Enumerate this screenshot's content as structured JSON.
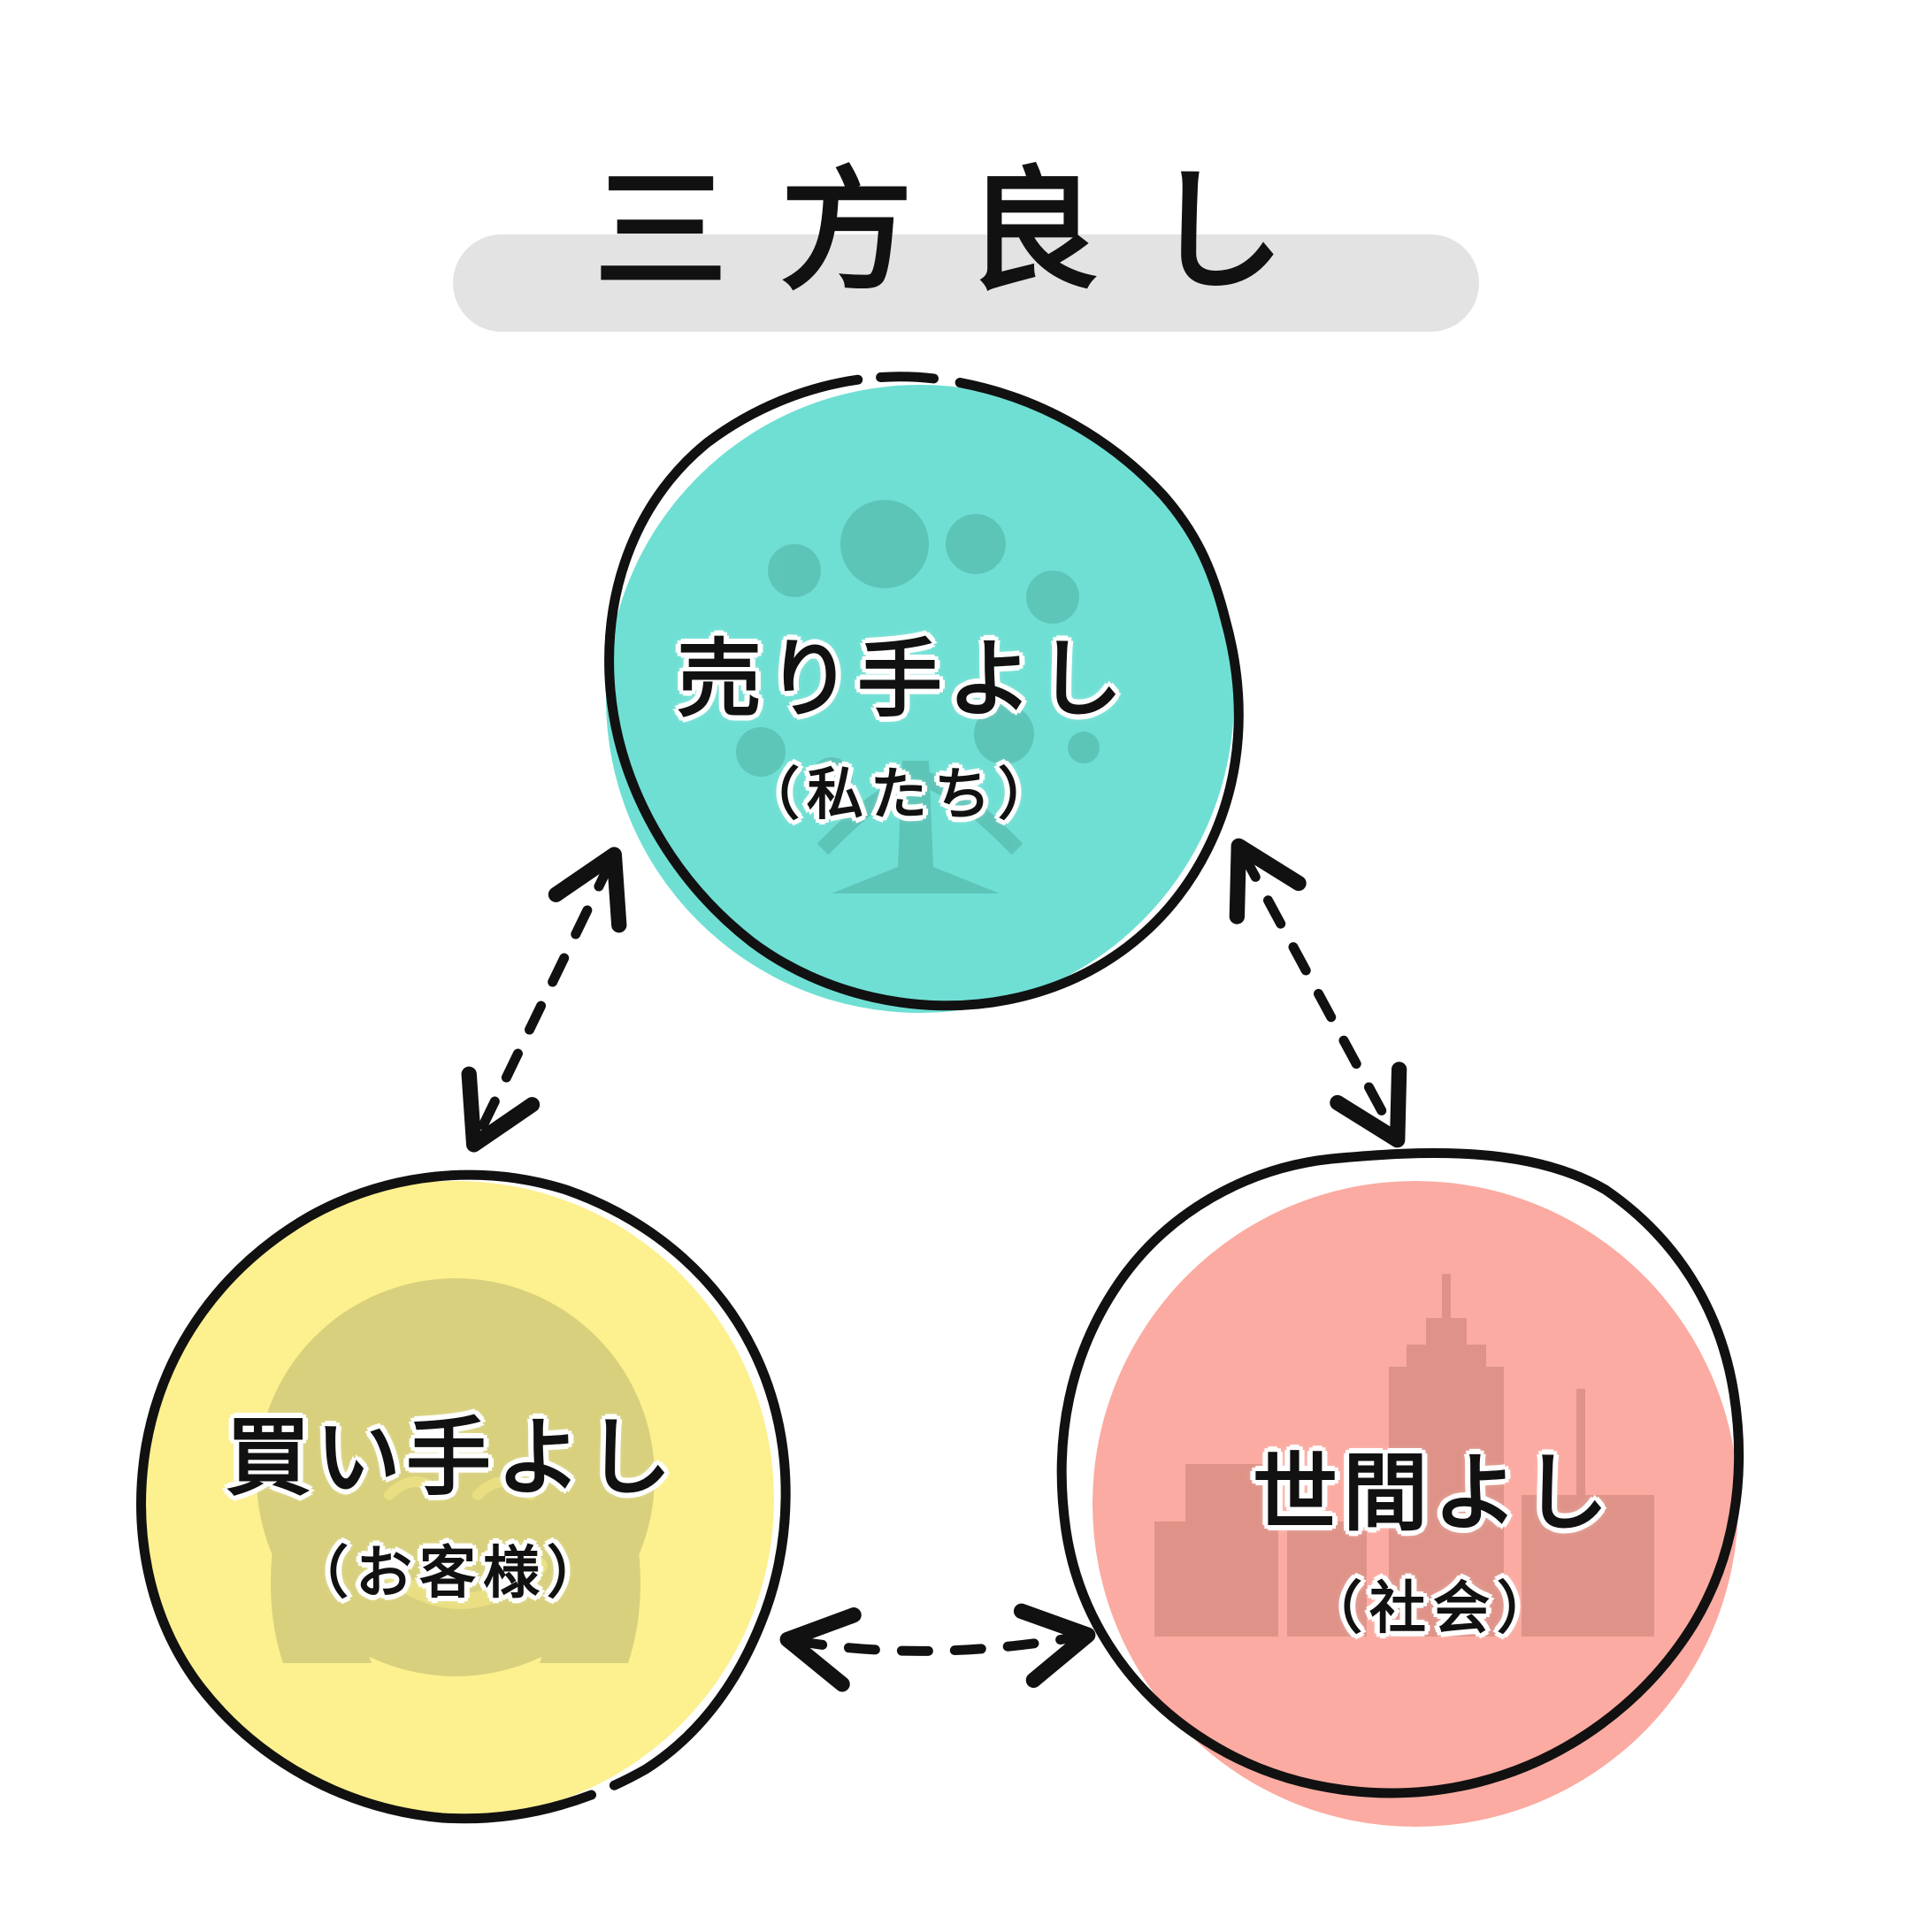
{
  "title": "三方良し",
  "nodes": {
    "seller": {
      "label": "売り手よし",
      "sub": "（私たち）",
      "color": "#6fdfd4",
      "icon": "tree-icon"
    },
    "buyer": {
      "label": "買い手よし",
      "sub": "（お客様）",
      "color": "#fdf08f",
      "icon": "smiling-person-icon"
    },
    "society": {
      "label": "世間よし",
      "sub": "（社会）",
      "color": "#fbaba1",
      "icon": "city-buildings-icon"
    }
  },
  "colors": {
    "highlight": "#e3e3e3",
    "outline": "#111111"
  }
}
